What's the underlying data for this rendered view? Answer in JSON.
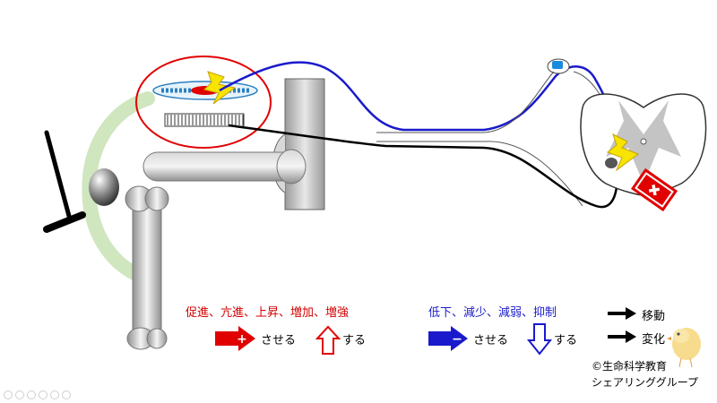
{
  "legend": {
    "increase_terms": "促進、亢進、上昇、増加、増強",
    "increase_action": "させる",
    "increase_suffix": "する",
    "decrease_terms": "低下、減少、減弱、抑制",
    "decrease_action": "させる",
    "decrease_suffix": "する",
    "move_label": "移動",
    "change_label": "変化",
    "plus_sign": "+",
    "minus_sign": "−"
  },
  "credit": {
    "line1": "©生命科学教育",
    "line2": "シェアリンググループ"
  },
  "colors": {
    "red": "#d40000",
    "blue": "#1a1acc",
    "muscle_green": "#cfe6bf",
    "bone_gray": "#bdbdbd"
  },
  "icons": [
    "lightning-icon",
    "plus-arrow-icon",
    "minus-arrow-icon",
    "up-arrow-icon",
    "down-arrow-icon",
    "right-arrow-icon",
    "inhibit-cross-icon",
    "reflex-hammer-icon",
    "chick-icon"
  ]
}
